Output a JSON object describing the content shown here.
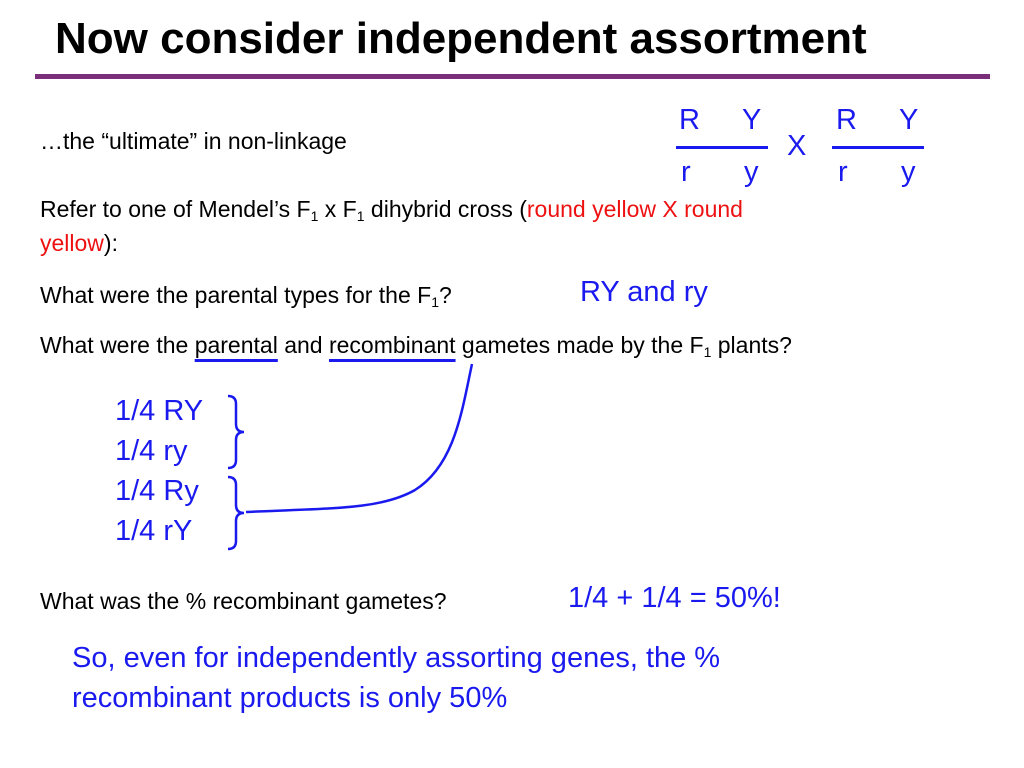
{
  "title": "Now consider independent assortment",
  "intro": "…the “ultimate” in non-linkage",
  "cross": {
    "left_top": [
      "R",
      "Y"
    ],
    "left_bottom": [
      "r",
      "y"
    ],
    "x": "X",
    "right_top": [
      "R",
      "Y"
    ],
    "right_bottom": [
      "r",
      "y"
    ]
  },
  "refer": {
    "before": "Refer to one of Mendel’s F",
    "sub1": "1",
    "mid": " x F",
    "sub2": "1",
    "after": " dihybrid cross (",
    "red1": "round yellow X round",
    "red2": "yellow",
    "close": "):"
  },
  "q1": {
    "text": "What were the parental types for the F",
    "sub": "1",
    "end": "?",
    "answer": "RY and ry"
  },
  "q2": {
    "p1": "What were the ",
    "parental": "parental",
    "p2": " and ",
    "recombinant": "recombinant",
    "p3": " gametes made by the F",
    "sub": "1",
    "p4": " plants?"
  },
  "gametes": [
    "1/4 RY",
    "1/4 ry",
    "1/4 Ry",
    "1/4 rY"
  ],
  "q3": {
    "text": "What was the % recombinant gametes?",
    "answer": "1/4 + 1/4 = 50%!"
  },
  "conclusion": [
    "So, even for independently assorting genes, the %",
    "recombinant products is only 50%"
  ],
  "colors": {
    "title_rule": "#7b2f7b",
    "answer_blue": "#1a1aef",
    "highlight_red": "#ee1111"
  }
}
